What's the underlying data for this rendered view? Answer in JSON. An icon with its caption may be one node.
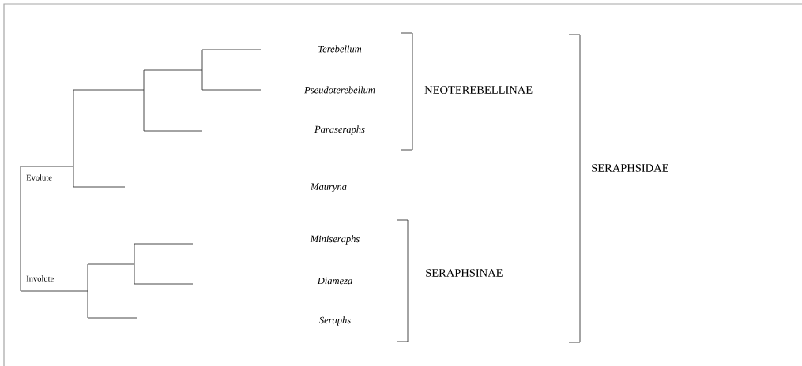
{
  "diagram": {
    "labels": [
      "Terebellum",
      "Pseudoterebellum",
      "NEOTEREBELLINAE",
      "Paraseraphs",
      "SERAPHSIDAE",
      "Evolute",
      "Mauryna",
      "Miniseraphs",
      "Involute",
      "SERAPHSINAE",
      "Diameza",
      "Seraphs"
    ]
  }
}
